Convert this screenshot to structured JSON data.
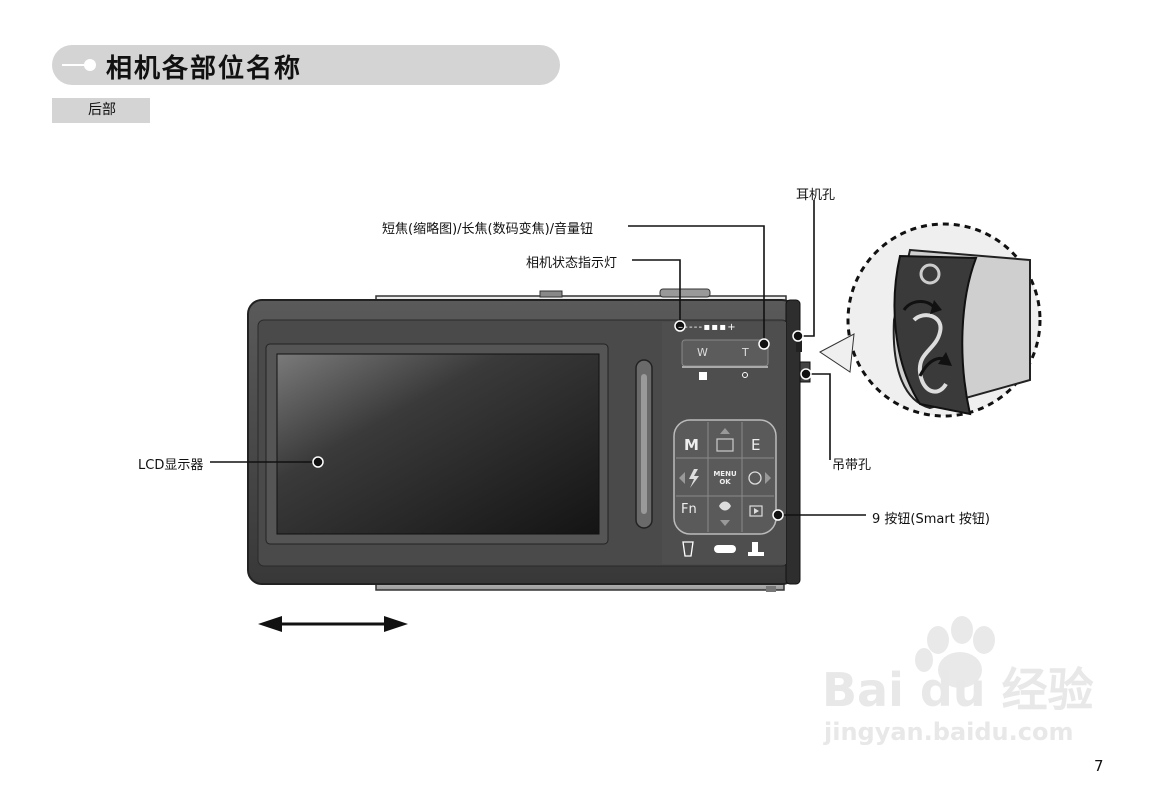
{
  "header": {
    "title": "相机各部位名称",
    "section": "后部"
  },
  "callouts": {
    "earphone": "耳机孔",
    "zoom_volume": "短焦(缩略图)/长焦(数码变焦)/音量钮",
    "status_lamp": "相机状态指示灯",
    "lcd": "LCD显示器",
    "strap": "吊带孔",
    "smart_button": "9 按钮(Smart  按钮)"
  },
  "camera": {
    "zoom_w": "W",
    "zoom_t": "T",
    "volume_scale": "– - - - - ▪ ▪ ▪ +",
    "keys": {
      "m": "M",
      "e": "E",
      "menu": "MENU",
      "ok": "OK",
      "fn": "Fn"
    }
  },
  "watermark": {
    "brand": "Bai du 经验",
    "url": "jingyan.baidu.com"
  },
  "page_number": "7",
  "colors": {
    "title_bar": "#d4d4d4",
    "camera_body": "#3a3a3a",
    "lcd_screen": "#222222"
  }
}
